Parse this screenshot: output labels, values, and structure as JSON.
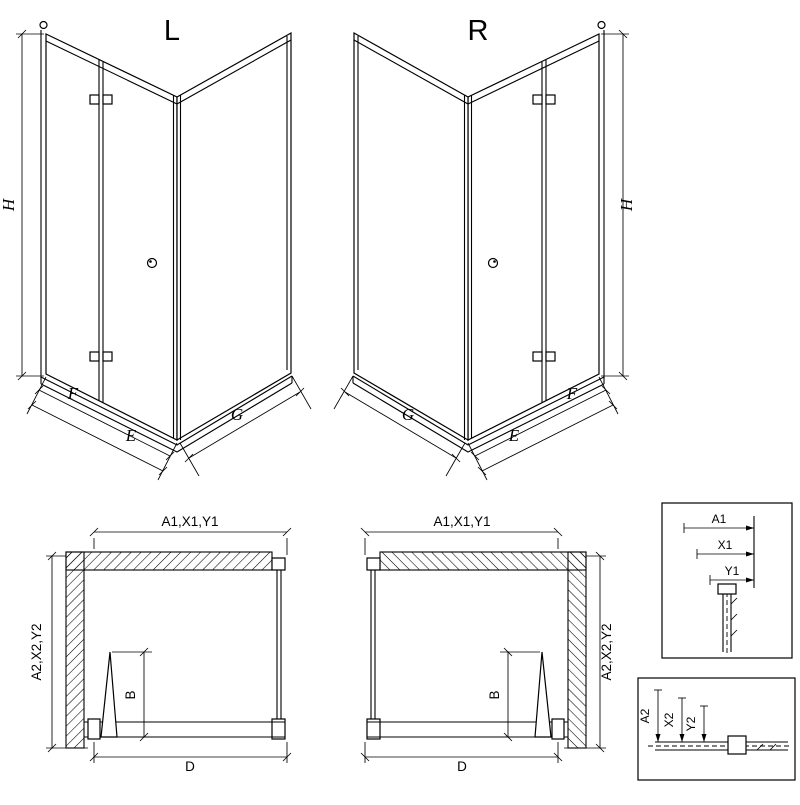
{
  "canvas": {
    "background": "#ffffff",
    "ink": "#000000"
  },
  "iso_left": {
    "label": "L",
    "height": "H",
    "front_width": "F",
    "entry_width": "E",
    "side_width": "G"
  },
  "iso_right": {
    "label": "R",
    "height": "H",
    "front_width": "F",
    "entry_width": "E",
    "side_width": "G"
  },
  "plan_left": {
    "width_top": "A1,X1,Y1",
    "depth_side": "A2,X2,Y2",
    "door_leaf": "B",
    "depth_bottom": "D"
  },
  "plan_right": {
    "width_top": "A1,X1,Y1",
    "depth_side": "A2,X2,Y2",
    "door_leaf": "B",
    "depth_bottom": "D"
  },
  "detail_top": {
    "dims": [
      "A1",
      "X1",
      "Y1"
    ]
  },
  "detail_bottom": {
    "dims": [
      "A2",
      "X2",
      "Y2"
    ]
  }
}
